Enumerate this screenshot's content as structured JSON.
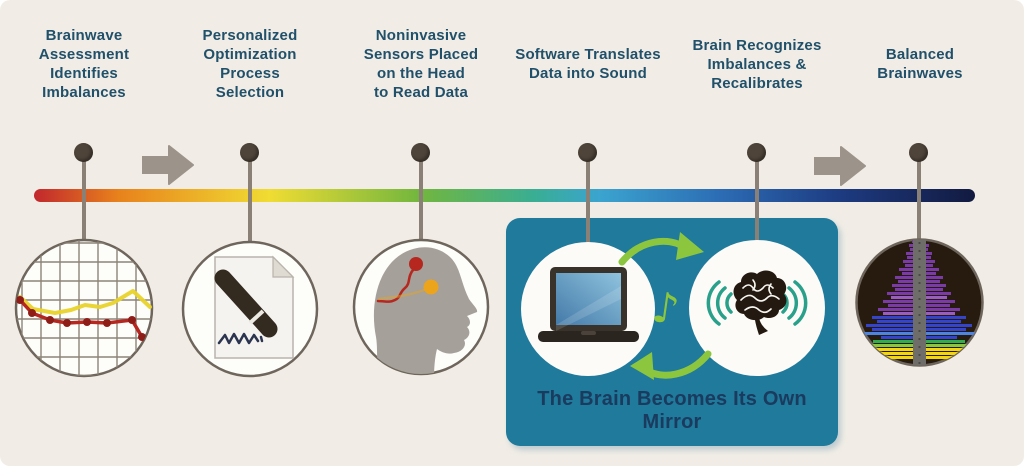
{
  "title": "Brainwave optimization process infographic",
  "steps": [
    {
      "id": "assessment",
      "label": "Brainwave\nAssessment\nIdentifies\nImbalances",
      "icon": "line-chart-icon"
    },
    {
      "id": "optimization",
      "label": "Personalized\nOptimization\nProcess\nSelection",
      "icon": "document-pen-icon"
    },
    {
      "id": "sensors",
      "label": "Noninvasive\nSensors Placed\non the Head\nto Read Data",
      "icon": "head-sensors-icon"
    },
    {
      "id": "software",
      "label": "Software Translates\nData into Sound",
      "icon": "laptop-icon"
    },
    {
      "id": "recalibration",
      "label": "Brain Recognizes\nImbalances &\nRecalibrates",
      "icon": "brain-soundwaves-icon"
    },
    {
      "id": "balanced",
      "label": "Balanced\nBrainwaves",
      "icon": "spectrogram-icon"
    }
  ],
  "mirror_box": {
    "caption": "The Brain Becomes Its Own Mirror"
  },
  "colors": {
    "bg": "#f1ede6",
    "heading": "#20506a",
    "caption": "#1a3a5e",
    "box": "#1f7a9c",
    "circle-border": "#6e665c",
    "circle-fill": "#fdfdfa",
    "stem": "#8a8075",
    "dot": "#4e443a",
    "arrow": "#9c938a",
    "green": "#8cc63e",
    "wave": "#28a08a",
    "chart-red": "#b5271f",
    "chart-red-dark": "#8e1d18",
    "chart-yellow": "#e9d32b",
    "grid": "#8d8478",
    "head": "#a5a099",
    "sensor-yellow": "#eba41c",
    "pen": "#332a20",
    "pen-ring": "#ece9e3",
    "ink": "#2c3550",
    "page-fill": "#f5f3ef",
    "page-edge": "#b9b3ab",
    "page-fold": "#dfdbd3",
    "laptop": "#39322b",
    "laptop-base": "#2b2520",
    "screen-a": "#8fc3de",
    "screen-b": "#447aa8",
    "brain": "#231910",
    "gyri": "#f7f5f0",
    "spectro-bg": "#271b10",
    "spectro-col": "#6f6d69",
    "spectro-col-dash": "#4c4a47",
    "sp-p": "#7b3ba6",
    "sp-p2": "#9a5ec0",
    "sp-b": "#3544cd",
    "sp-b2": "#4f83e0",
    "sp-g": "#2fae4a",
    "sp-g2": "#8cc63e",
    "sp-y": "#f4d511",
    "tl1": "#c1272d",
    "tl2": "#e8821c",
    "tl3": "#f0dc33",
    "tl4": "#72b63e",
    "tl5": "#3aae92",
    "tl6": "#3ba4cf",
    "tl7": "#2c6cb4",
    "tl8": "#1d3a80",
    "tl9": "#121a40"
  }
}
